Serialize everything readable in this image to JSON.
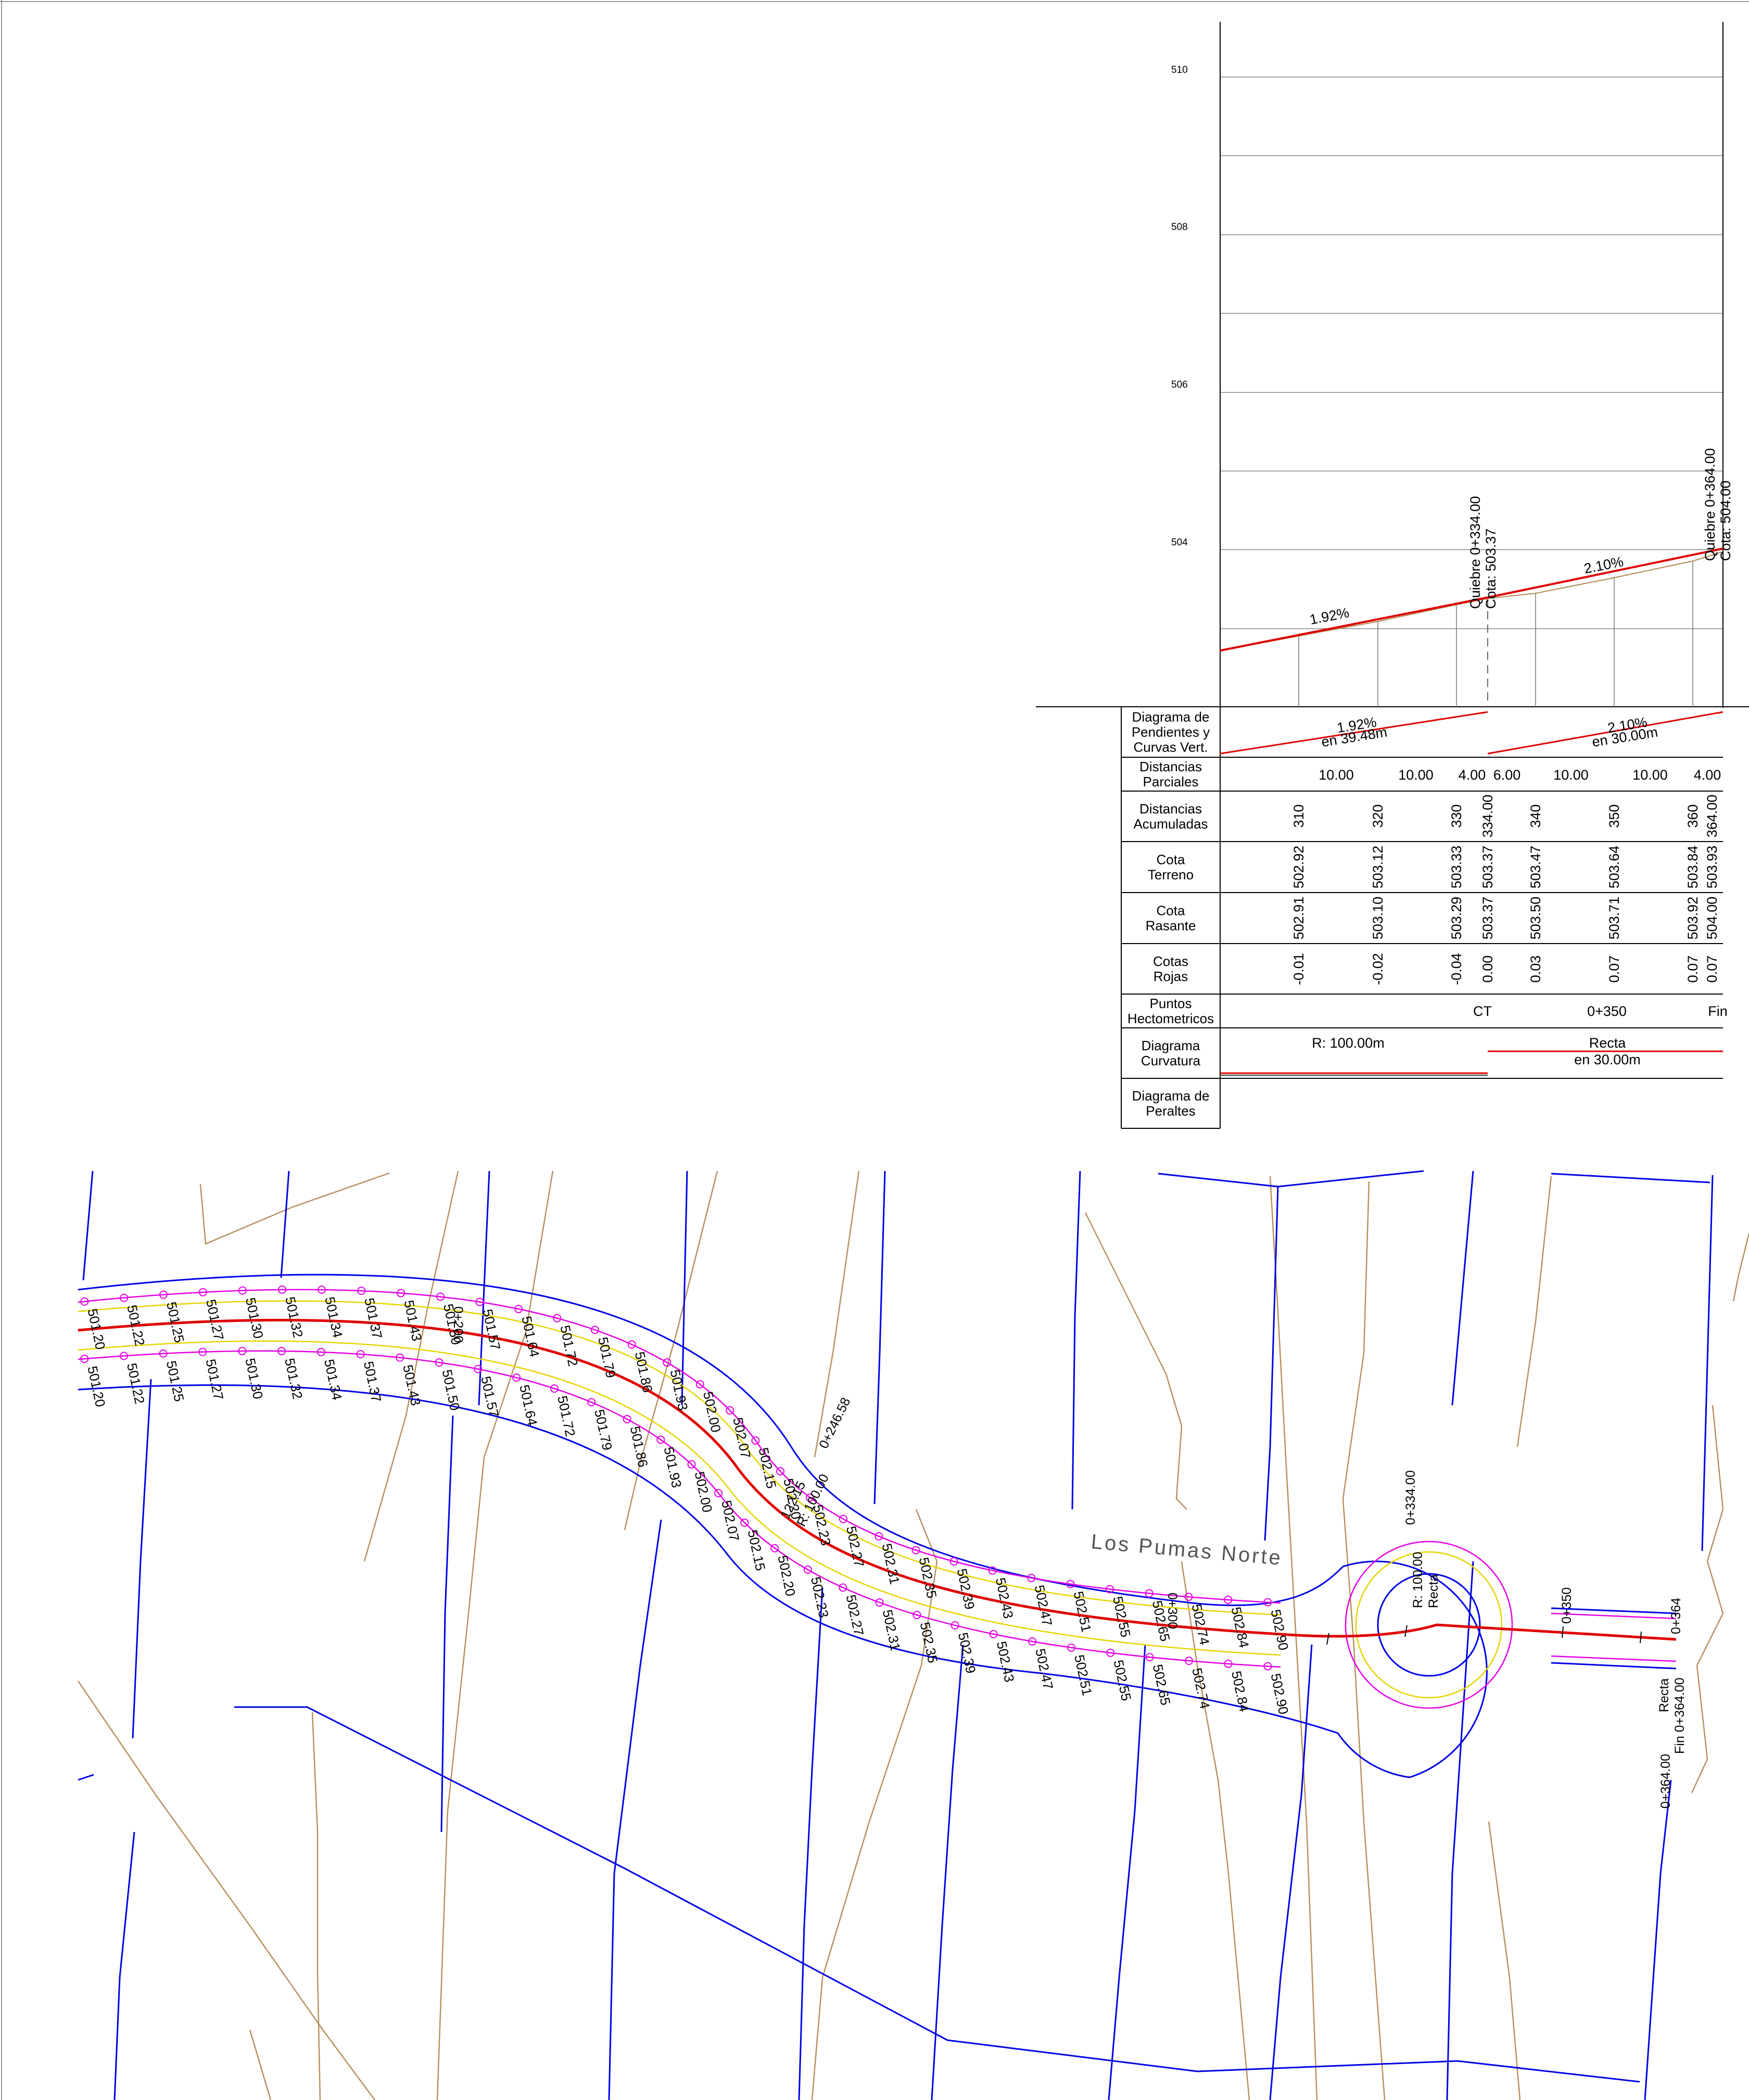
{
  "profile": {
    "y_axis_labels": [
      "510",
      "508",
      "506",
      "504"
    ],
    "slope_left": "1.92%",
    "slope_right": "2.10%",
    "break_mid": {
      "line1": "Quiebre 0+334.00",
      "line2": "Cota: 503.37"
    },
    "break_end": {
      "line1": "Quiebre 0+364.00",
      "line2": "Cota: 504.00"
    }
  },
  "band_table": {
    "row_labels": [
      [
        "Diagrama de",
        "Pendientes y",
        "Curvas Vert."
      ],
      [
        "Distancias",
        "Parciales"
      ],
      [
        "Distancias",
        "Acumuladas"
      ],
      [
        "Cota",
        "Terreno"
      ],
      [
        "Cota",
        "Rasante"
      ],
      [
        "Cotas",
        "Rojas"
      ],
      [
        "Puntos",
        "Hectometricos"
      ],
      [
        "Diagrama",
        "Curvatura"
      ],
      [
        "Diagrama de",
        "Peraltes"
      ]
    ],
    "slopes": [
      {
        "value": "1.92%",
        "length": "en 39.48m"
      },
      {
        "value": "2.10%",
        "length": "en 30.00m"
      }
    ],
    "partial_distances": [
      "10.00",
      "10.00",
      "4.00",
      "6.00",
      "10.00",
      "10.00",
      "4.00"
    ],
    "stations": [
      "310",
      "320",
      "330",
      "334.00",
      "340",
      "350",
      "360",
      "364.00"
    ],
    "cota_terreno": [
      "502.92",
      "503.12",
      "503.33",
      "503.37",
      "503.47",
      "503.64",
      "503.84",
      "503.93"
    ],
    "cota_rasante": [
      "502.91",
      "503.10",
      "503.29",
      "503.37",
      "503.50",
      "503.71",
      "503.92",
      "504.00"
    ],
    "cotas_rojas": [
      "-0.01",
      "-0.02",
      "-0.04",
      "0.00",
      "0.03",
      "0.07",
      "0.07",
      "0.07"
    ],
    "hecto_points": [
      "CT",
      "0+350",
      "Fin"
    ],
    "curvature": {
      "left": "R: 100.00m",
      "right_line1": "Recta",
      "right_line2": "en 30.00m"
    }
  },
  "plan": {
    "street_name": "Los Pumas Norte",
    "elev_top": [
      "501.20",
      "501.22",
      "501.25",
      "501.27",
      "501.30",
      "501.32",
      "501.34",
      "501.37",
      "501.43",
      "501.50",
      "501.57",
      "501.64",
      "501.72",
      "501.79",
      "501.86",
      "501.93",
      "502.00",
      "502.07",
      "502.15",
      "502.20",
      "502.23",
      "502.27",
      "502.31",
      "502.35",
      "502.39",
      "502.43",
      "502.47",
      "502.51",
      "502.55",
      "502.65",
      "502.74",
      "502.84",
      "502.90"
    ],
    "elev_bottom": [
      "501.20",
      "501.22",
      "501.25",
      "501.27",
      "501.30",
      "501.32",
      "501.34",
      "501.37",
      "501.43",
      "501.50",
      "501.57",
      "501.64",
      "501.72",
      "501.79",
      "501.86",
      "501.93",
      "502.00",
      "502.07",
      "502.15",
      "502.20",
      "502.23",
      "502.27",
      "502.31",
      "502.35",
      "502.39",
      "502.43",
      "502.47",
      "502.51",
      "502.55",
      "502.65",
      "502.74",
      "502.84",
      "502.90"
    ],
    "curve_label": {
      "line1": "0+246.58",
      "line2": "R: 100.00",
      "line3": "122.15"
    },
    "station_200": "0+200",
    "station_300": "0+300",
    "circle_label": {
      "radius": "R: 100.00",
      "type": "Recta",
      "station": "0+334.00"
    },
    "station_350": "0+350",
    "station_364": "0+364",
    "end_label": {
      "line1": "Recta",
      "line2": "Fin 0+364.00",
      "line3": "0+364.00"
    }
  }
}
